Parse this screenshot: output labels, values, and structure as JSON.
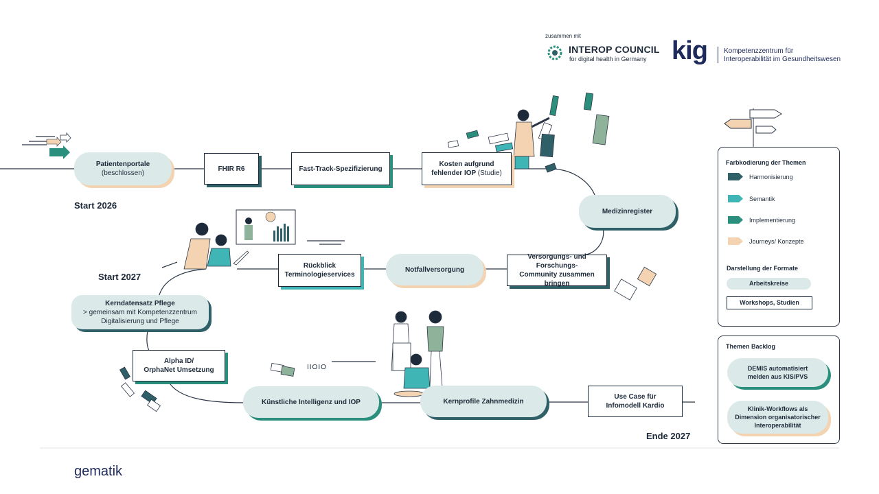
{
  "header": {
    "together_with": "zusammen mit",
    "interop_title": "INTEROP COUNCIL",
    "interop_subtitle": "for digital health in Germany",
    "kig_logo": "kig",
    "kig_line1": "Kompetenzzentrum für",
    "kig_line2": "Interoperabilität im Gesundheitswesen"
  },
  "milestones": {
    "start_2026": "Start 2026",
    "start_2027": "Start 2027",
    "end_2027": "Ende 2027"
  },
  "nodes": {
    "patientenportale": {
      "title": "Patientenportale",
      "sub": "(beschlossen)"
    },
    "fhir": {
      "title": "FHIR R6"
    },
    "fasttrack": {
      "title": "Fast-Track-Spezifizierung"
    },
    "kosten": {
      "title1": "Kosten aufgrund",
      "title2": "fehlender IOP",
      "sub": "(Studie)"
    },
    "medizinregister": {
      "title": "Medizinregister"
    },
    "versorgung": {
      "title1": "Versorgungs- und Forschungs-",
      "title2": "Community zusammen bringen"
    },
    "notfall": {
      "title": "Notfallversorgung"
    },
    "rueckblick": {
      "title1": "Rückblick",
      "title2": "Terminologieservices"
    },
    "kerndatensatz": {
      "title": "Kerndatensatz Pflege",
      "sub1": "> gemeinsam mit Kompetenzzentrum",
      "sub2": "Digitalisierung und Pflege"
    },
    "alpha": {
      "title1": "Alpha ID/",
      "title2": "OrphaNet Umsetzung"
    },
    "ki": {
      "title": "Künstliche Intelligenz und IOP"
    },
    "zahnmedizin": {
      "title": "Kernprofile Zahnmedizin"
    },
    "usecase": {
      "title1": "Use Case für",
      "title2": "Infomodell Kardio"
    }
  },
  "legend": {
    "title": "Farbkodierung der Themen",
    "items": [
      {
        "label": "Harmonisierung",
        "color": "#2f5f67"
      },
      {
        "label": "Semantik",
        "color": "#3fb6b5"
      },
      {
        "label": "Implementierung",
        "color": "#2a8f7c"
      },
      {
        "label": "Journeys/ Konzepte",
        "color": "#f3d3b1"
      }
    ],
    "formats_title": "Darstellung der Formate",
    "format_pill": "Arbeitskreise",
    "format_box": "Workshops, Studien"
  },
  "backlog": {
    "title": "Themen Backlog",
    "item1_line1": "DEMIS automatisiert",
    "item1_line2": "melden aus KIS/PVS",
    "item2_line1": "Klinik-Workflows als",
    "item2_line2": "Dimension organisatorischer",
    "item2_line3": "Interoperabilität"
  },
  "decor": {
    "binary": "IIOIO"
  },
  "footer": {
    "brand": "gematik"
  }
}
